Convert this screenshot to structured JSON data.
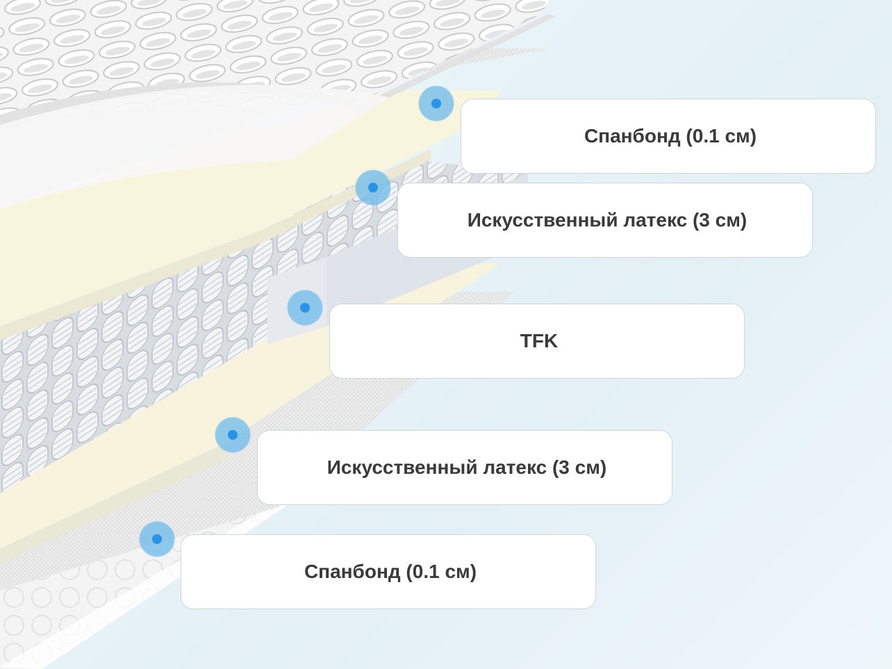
{
  "layers": [
    {
      "label": "Спанбонд (0.1 см)"
    },
    {
      "label": "Искусственный латекс (3 см)"
    },
    {
      "label": "TFK"
    },
    {
      "label": "Искусственный латекс (3 см)"
    },
    {
      "label": "Спанбонд (0.1 см)"
    }
  ],
  "colors": {
    "marker": "#2b93e6",
    "marker_halo": "#6eb9eb",
    "card_text": "#3a3a3a",
    "latex": "#f7f3dc",
    "background": "#e6f2f7"
  },
  "icons": [
    "layer-marker-icon"
  ]
}
